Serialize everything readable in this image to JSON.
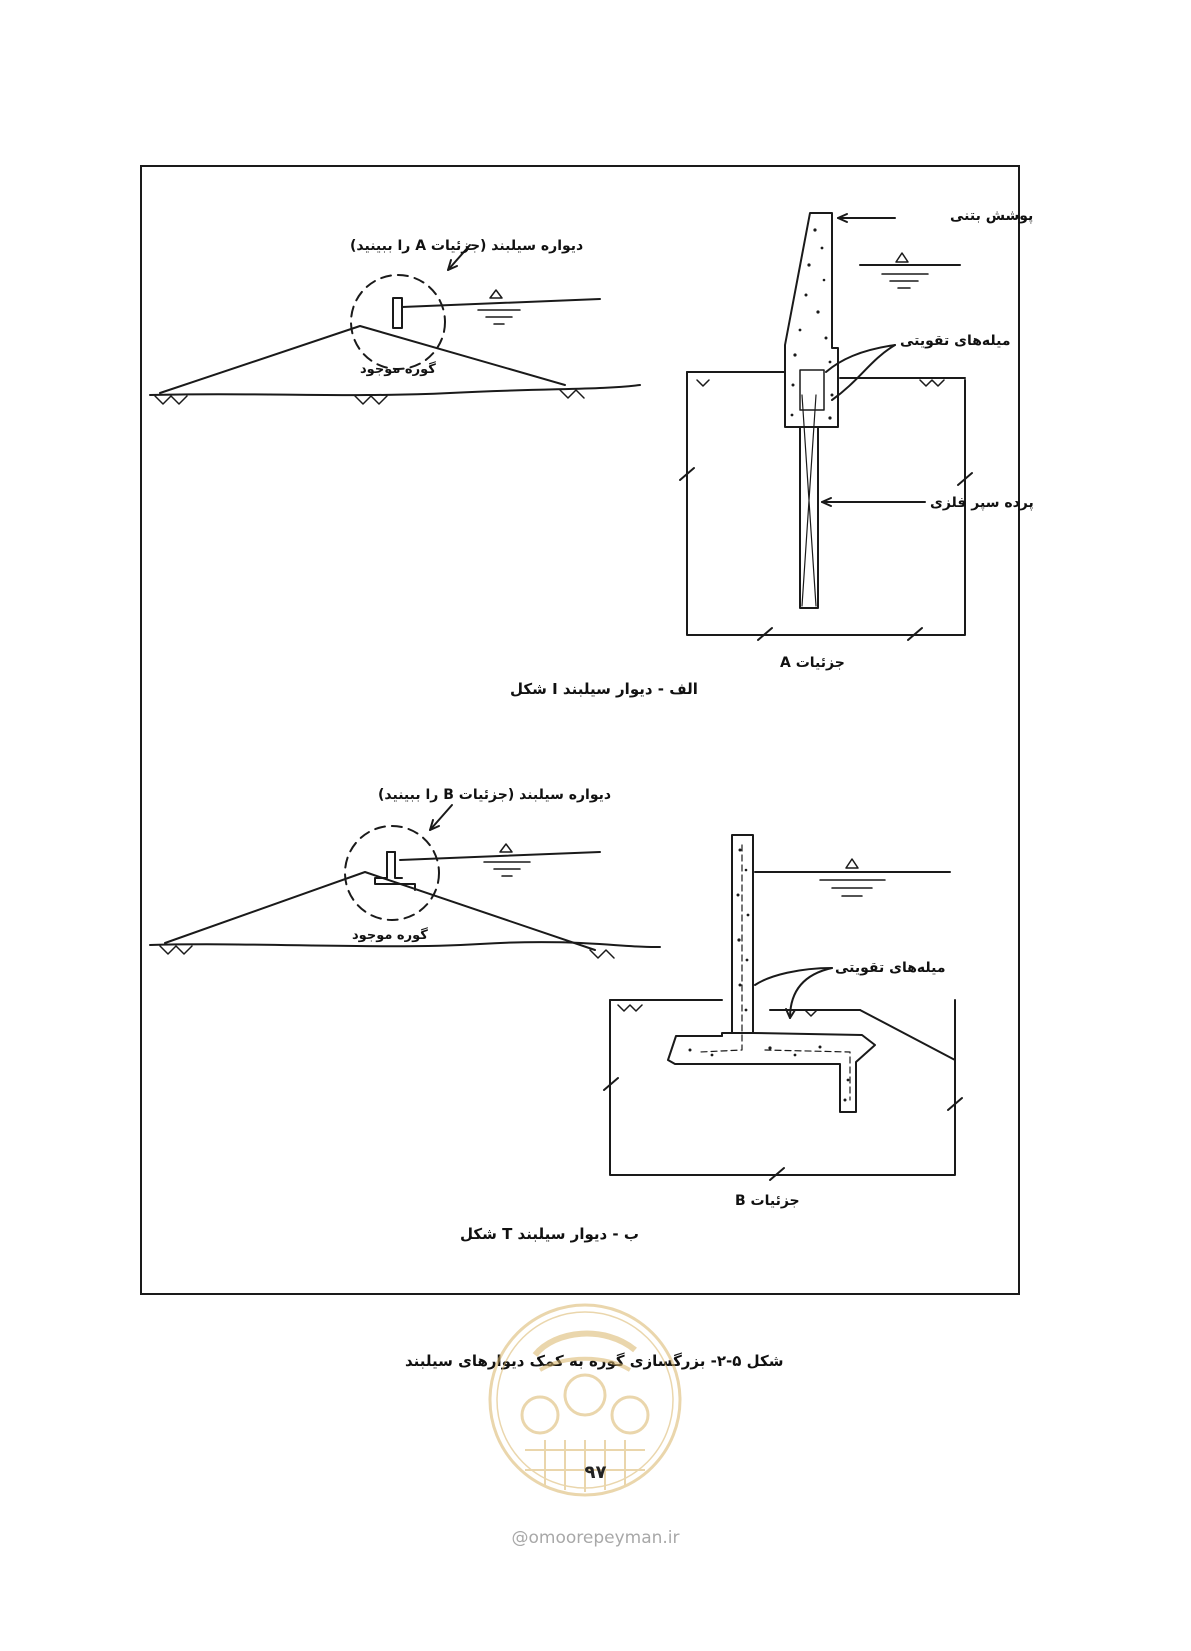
{
  "figure": {
    "caption": "شکل ۵-۲- بزرگسازی گوره به کمک دیوارهای سیلبند",
    "page_number": "۹۷"
  },
  "part_a": {
    "title": "الف - دیوار سیلبند I شکل",
    "callout_wall": "دیواره سیلبند (جزئیات A را ببینید)",
    "existing_levee": "گوره موجود",
    "detail_title": "جزئیات A",
    "label_concrete_cover": "پوشش بتنی",
    "label_rebar": "میله‌های تقویتی",
    "label_sheet_pile": "پرده سپر فلزی"
  },
  "part_b": {
    "title": "ب - دیوار سیلبند T شکل",
    "callout_wall": "دیواره سیلبند (جزئیات B را ببینید)",
    "existing_levee": "گوره موجود",
    "detail_title": "جزئیات B",
    "label_rebar": "میله‌های تقویتی"
  },
  "watermark": {
    "site": "@omoorepeyman.ir",
    "logo_color": "#d9b56a"
  }
}
